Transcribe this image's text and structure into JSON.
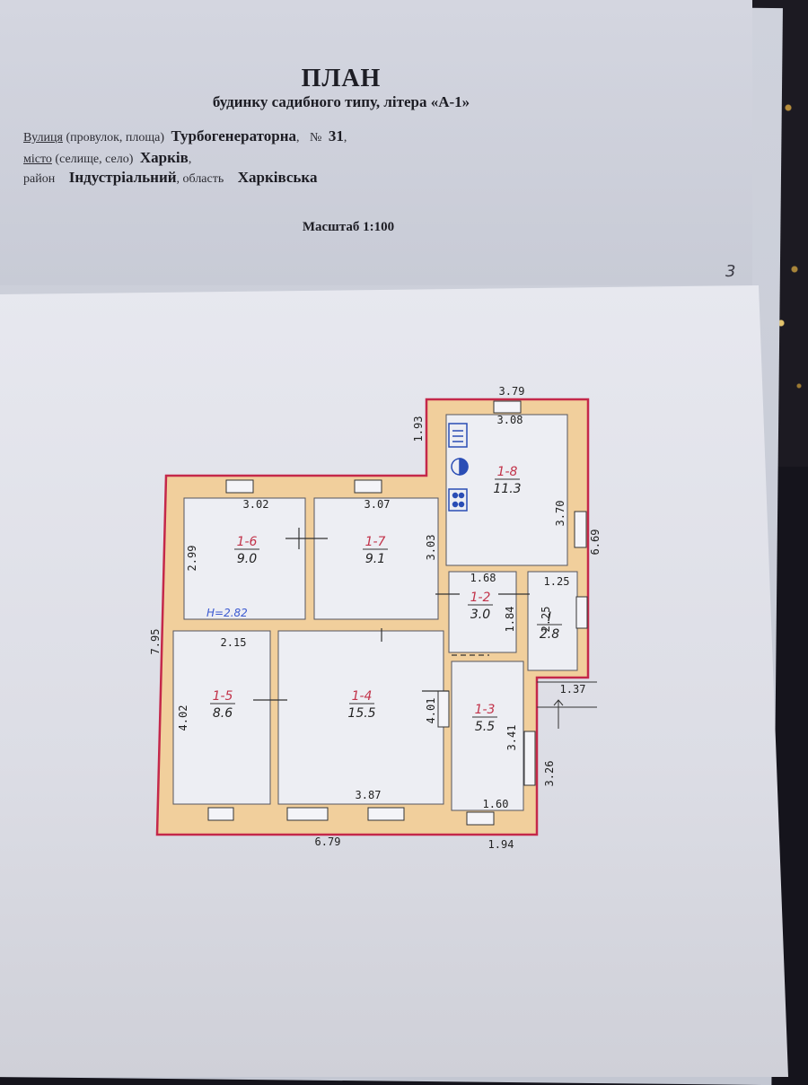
{
  "header": {
    "title": "ПЛАН",
    "subtitle": "будинку садибного типу, літера «А-1»",
    "street": {
      "label_underlined": "Вулиця",
      "label_rest": "(провулок, площа)",
      "value": "Турбогенераторна",
      "num_label": "№",
      "num_value": "31"
    },
    "city": {
      "label_underlined": "місто",
      "label_rest": "(селище, село)",
      "value": "Харків"
    },
    "district": {
      "label": "район",
      "value": "Індустріальний",
      "region_label": "область",
      "region_value": "Харківська"
    },
    "scale": "Масштаб 1:100"
  },
  "page_number": "3",
  "plan": {
    "rooms": [
      {
        "id": "1-6",
        "area": "9.0"
      },
      {
        "id": "1-7",
        "area": "9.1"
      },
      {
        "id": "1-8",
        "area": "11.3"
      },
      {
        "id": "1-2",
        "area": "3.0"
      },
      {
        "id": "I",
        "area": "2.8"
      },
      {
        "id": "1-5",
        "area": "8.6"
      },
      {
        "id": "1-4",
        "area": "15.5"
      },
      {
        "id": "1-3",
        "area": "5.5"
      }
    ],
    "height_note": "H=2.82",
    "dimensions": [
      "3.79",
      "3.08",
      "1.93",
      "3.70",
      "6.69",
      "3.02",
      "3.07",
      "2.99",
      "3.03",
      "1.68",
      "1.25",
      "1.84",
      "2.25",
      "1.37",
      "7.95",
      "2.15",
      "4.02",
      "4.01",
      "3.41",
      "3.26",
      "3.87",
      "1.60",
      "6.79",
      "1.94"
    ]
  },
  "colors": {
    "wall_fill": "#f1cf9c",
    "wall_edge": "#c4284a",
    "room_label": "#c2334a",
    "height_note": "#3d5bd1"
  }
}
